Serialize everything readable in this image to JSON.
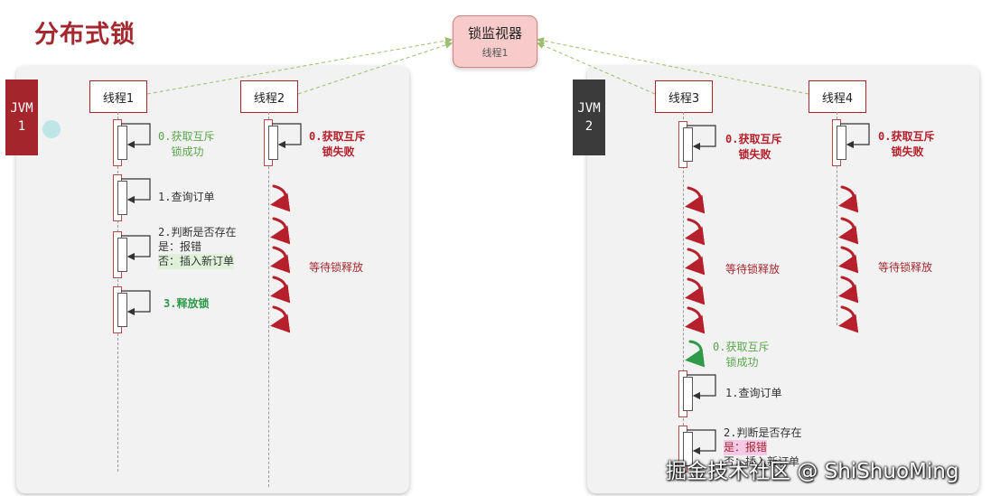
{
  "title": "分布式锁",
  "monitor": {
    "title": "锁监视器",
    "subtitle": "线程1"
  },
  "jvm1": {
    "label": "JVM\n1",
    "color": "#a4262c"
  },
  "jvm2": {
    "label": "JVM\n2",
    "color": "#3b3b3b"
  },
  "threads": [
    "线程1",
    "线程2",
    "线程3",
    "线程4"
  ],
  "jvm1_thread1": {
    "acquire": "0.获取互斥\n  锁成功",
    "query": "1.查询订单",
    "check_line1": "2.判断是否存在",
    "check_line2": "是：报错",
    "check_line3": "否：插入新订单",
    "release": "3.释放锁"
  },
  "jvm1_thread2": {
    "acquire": "0.获取互斥\n  锁失败",
    "wait": "等待锁释放"
  },
  "jvm2_thread3": {
    "acquire_fail": "0.获取互斥\n  锁失败",
    "wait": "等待锁释放",
    "acquire_ok": "0.获取互斥\n  锁成功",
    "query": "1.查询订单",
    "check_line1": "2.判断是否存在",
    "check_line2": "是：报错",
    "check_line3": "否：插入新订单"
  },
  "jvm2_thread4": {
    "acquire": "0.获取互斥\n  锁失败",
    "wait": "等待锁释放"
  },
  "watermark": "掘金技术社区 @ ShiShuoMing",
  "colors": {
    "accent": "#a3282f",
    "panel": "#f2f2f2",
    "success": "#2e9a4a"
  }
}
